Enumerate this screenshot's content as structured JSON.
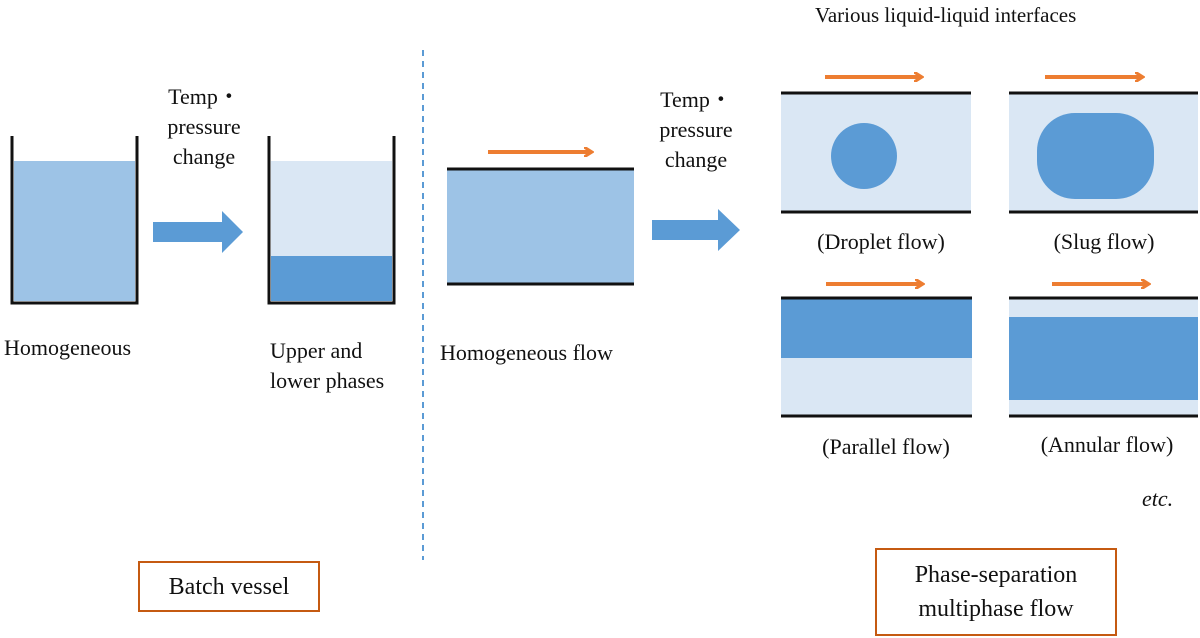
{
  "colors": {
    "light_fluid": "#9dc3e6",
    "pale_phase": "#dae7f4",
    "dark_phase": "#5b9bd5",
    "big_arrow": "#5b9bd5",
    "flow_arrow": "#ed7d31",
    "frame_border": "#c55a11",
    "divider": "#5b9bd5"
  },
  "batch": {
    "before_label": "Homogeneous",
    "change_label_1": "Temp・",
    "change_label_2": "pressure",
    "change_label_3": "change",
    "after_label_1": "Upper and",
    "after_label_2": "lower phases",
    "section_label": "Batch vessel"
  },
  "flow": {
    "before_label": "Homogeneous flow",
    "change_label_1": "Temp・",
    "change_label_2": "pressure",
    "change_label_3": "change",
    "interfaces_title": "Various liquid-liquid interfaces",
    "patterns": [
      {
        "name": "droplet",
        "label": "(Droplet flow)"
      },
      {
        "name": "slug",
        "label": "(Slug flow)"
      },
      {
        "name": "parallel",
        "label": "(Parallel flow)"
      },
      {
        "name": "annular",
        "label": "(Annular flow)"
      }
    ],
    "etc_label": "etc.",
    "section_label": "Phase-separation\nmultiphase flow"
  }
}
